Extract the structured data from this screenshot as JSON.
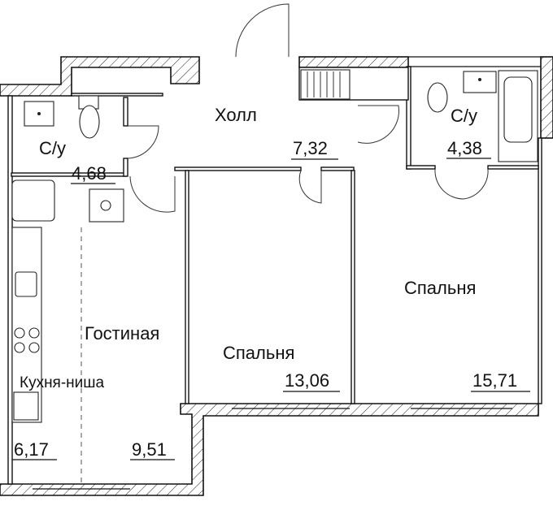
{
  "rooms": {
    "hall": {
      "name": "Холл",
      "area": "7,32"
    },
    "bath_left": {
      "name": "С/у",
      "area": "4,68"
    },
    "bath_right": {
      "name": "С/у",
      "area": "4,38"
    },
    "living": {
      "name": "Гостиная",
      "area": "9,51"
    },
    "kitchen": {
      "name": "Кухня-ниша",
      "area": "6,17"
    },
    "bedroom1": {
      "name": "Спальня",
      "area": "13,06"
    },
    "bedroom2": {
      "name": "Спальня",
      "area": "15,71"
    }
  },
  "colors": {
    "lines": "#111111",
    "background": "#ffffff"
  }
}
